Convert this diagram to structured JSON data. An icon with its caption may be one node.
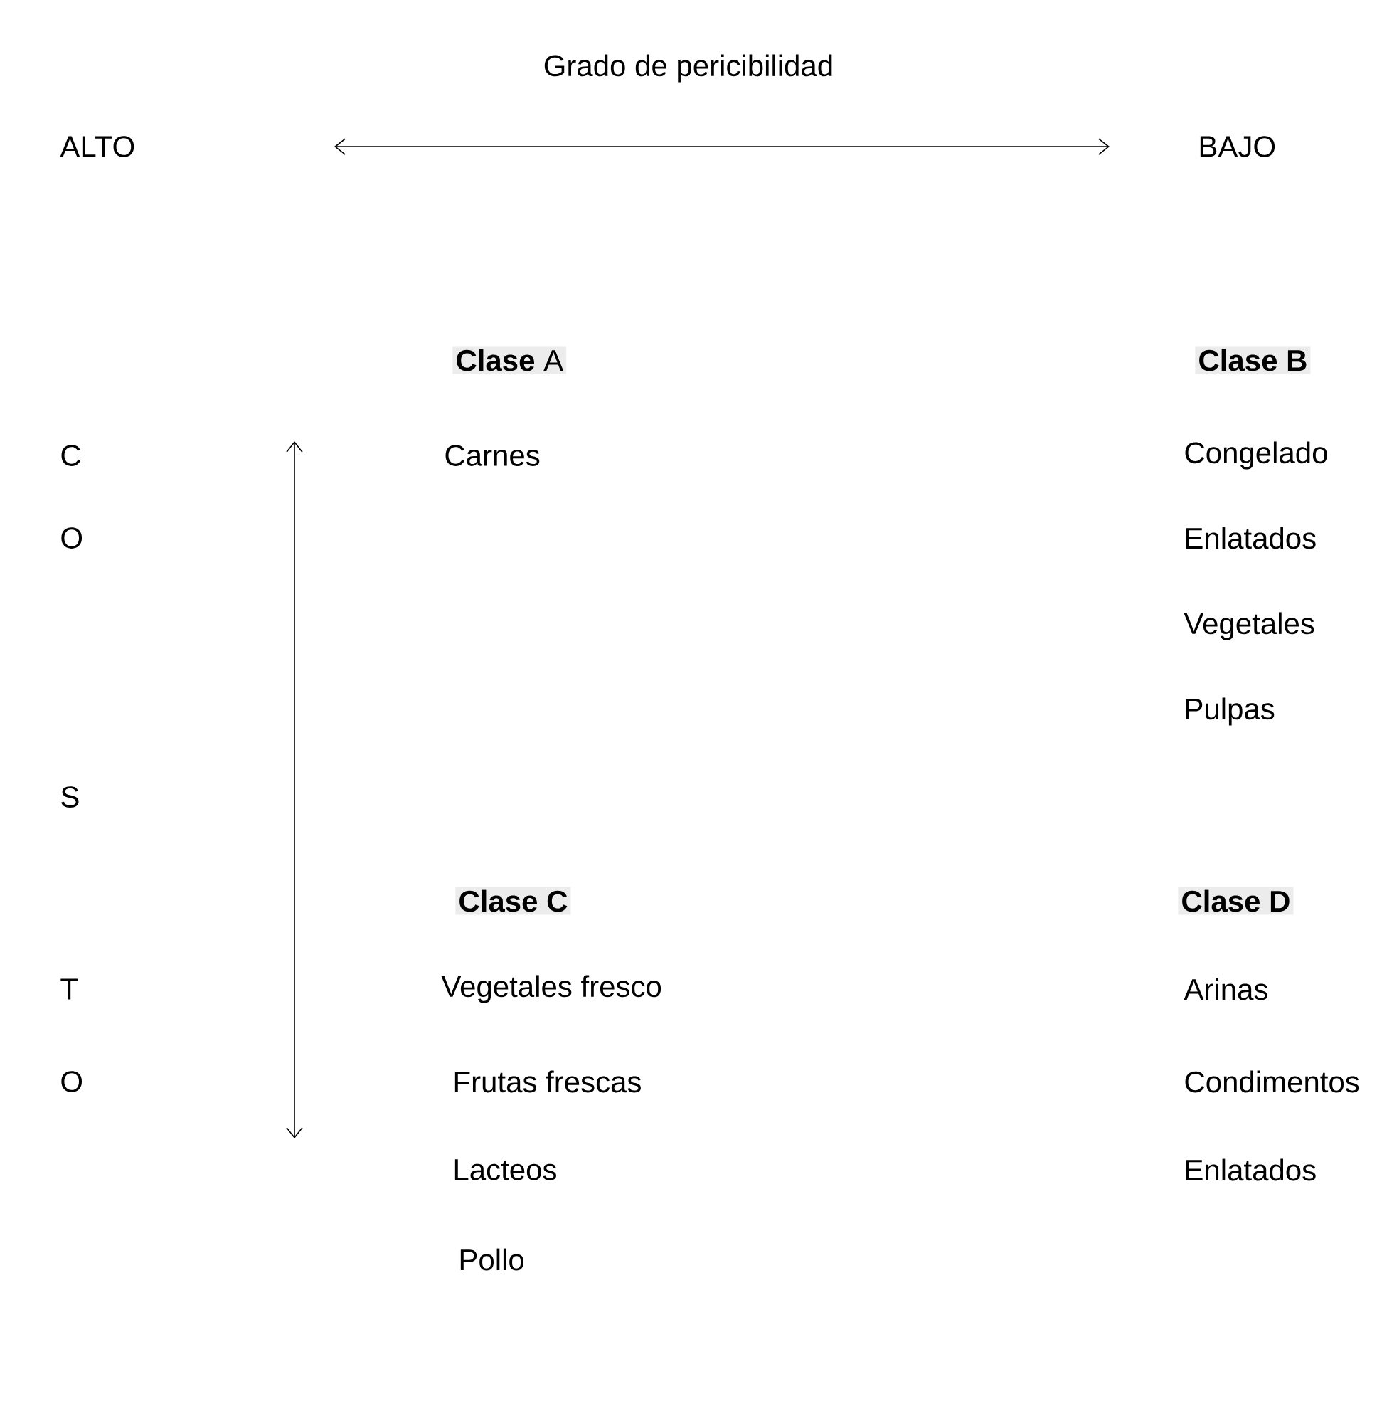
{
  "diagram": {
    "title": "Grado de pericibilidad",
    "labels": [
      "ALTO",
      "BAJO",
      "**Clase** A",
      "Clase B",
      "C",
      "Carnes",
      "Congelado",
      "O",
      "Enlatados",
      "Vegetales",
      "Pulpas",
      "S",
      "Clase C",
      "Clase D",
      "T",
      "Vegetales fresco",
      "Arinas",
      "O",
      "Frutas  frescas",
      "Condimentos",
      "Lacteos",
      "Enlatados",
      "Pollo"
    ]
  }
}
